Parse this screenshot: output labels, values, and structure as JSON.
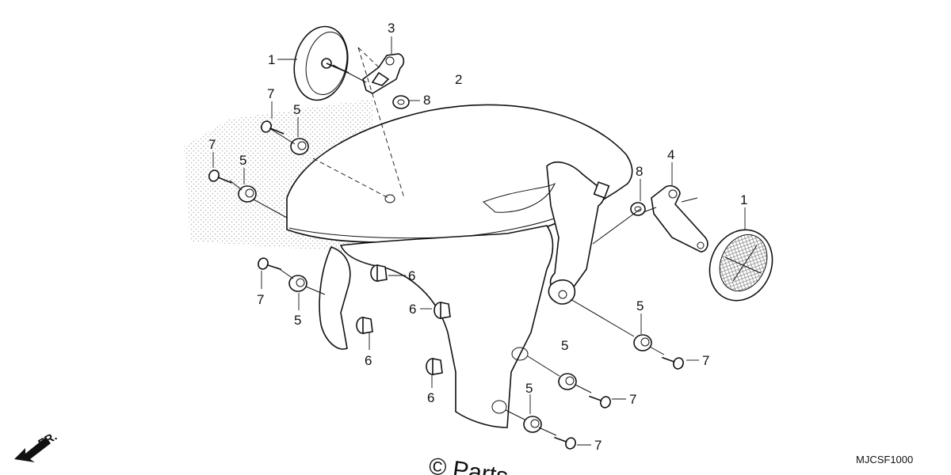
{
  "callouts": {
    "c1_left": "1",
    "c1_right": "1",
    "c2": "2",
    "c3": "3",
    "c4": "4",
    "c5_a": "5",
    "c5_b": "5",
    "c5_c": "5",
    "c5_d": "5",
    "c5_e": "5",
    "c5_f": "5",
    "c6_a": "6",
    "c6_b": "6",
    "c6_c": "6",
    "c6_d": "6",
    "c7_a": "7",
    "c7_b": "7",
    "c7_c": "7",
    "c7_d": "7",
    "c7_e": "7",
    "c7_f": "7",
    "c8_a": "8",
    "c8_b": "8"
  },
  "direction_label": "FR.",
  "diagram_code": "MJCSF1000",
  "watermark": "© Parts"
}
